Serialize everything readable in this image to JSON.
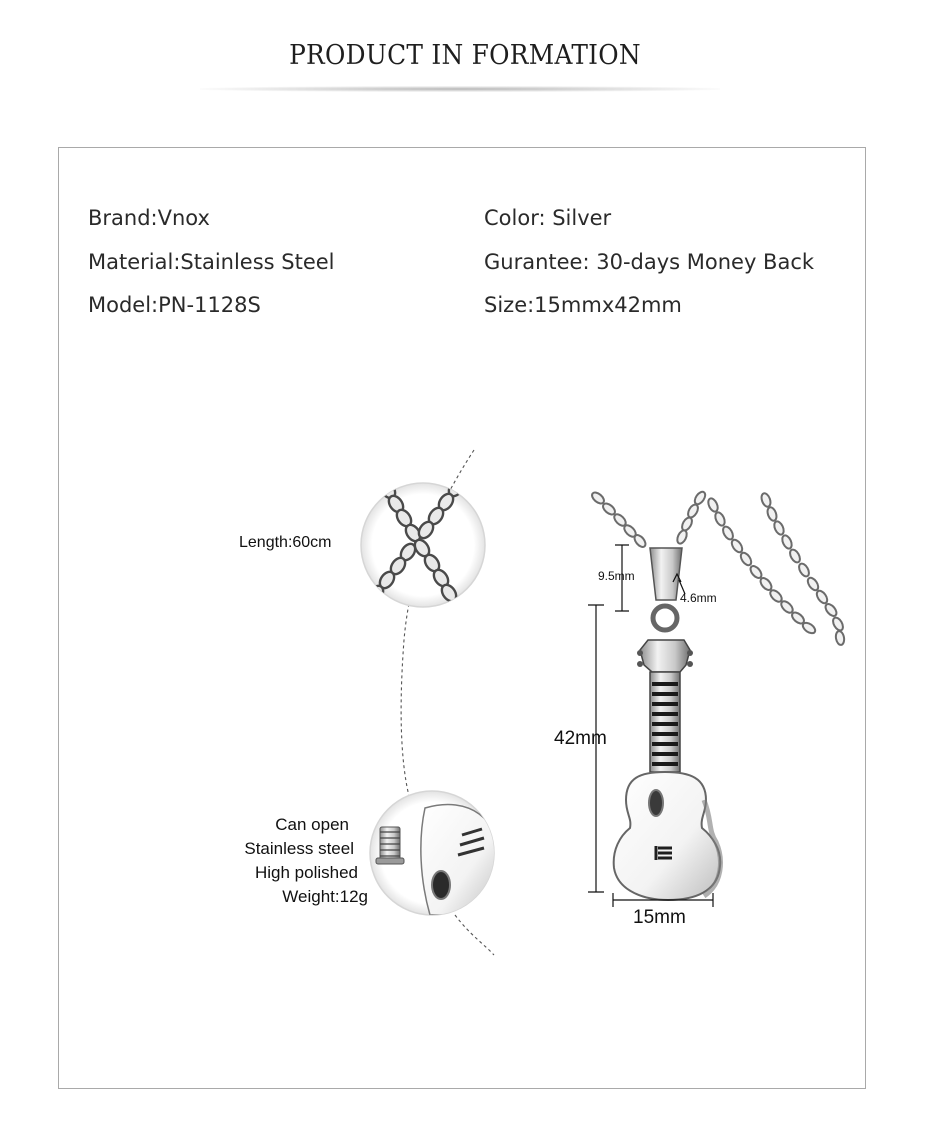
{
  "header": {
    "title": "PRODUCT IN FORMATION"
  },
  "specs": {
    "brand": "Brand:Vnox",
    "material": "Material:Stainless Steel",
    "model": "Model:PN-1128S",
    "color": "Color: Silver",
    "guarantee": "Gurantee: 30-days Money Back",
    "size": "Size:15mmx42mm"
  },
  "detail_callouts": {
    "chain_length": "Length:60cm",
    "features": [
      "Can open",
      "Stainless steel",
      "High polished",
      "Weight:12g"
    ]
  },
  "dimensions": {
    "bail_height": "9.5mm",
    "bail_width": "4.6mm",
    "pendant_height": "42mm",
    "pendant_width": "15mm"
  }
}
